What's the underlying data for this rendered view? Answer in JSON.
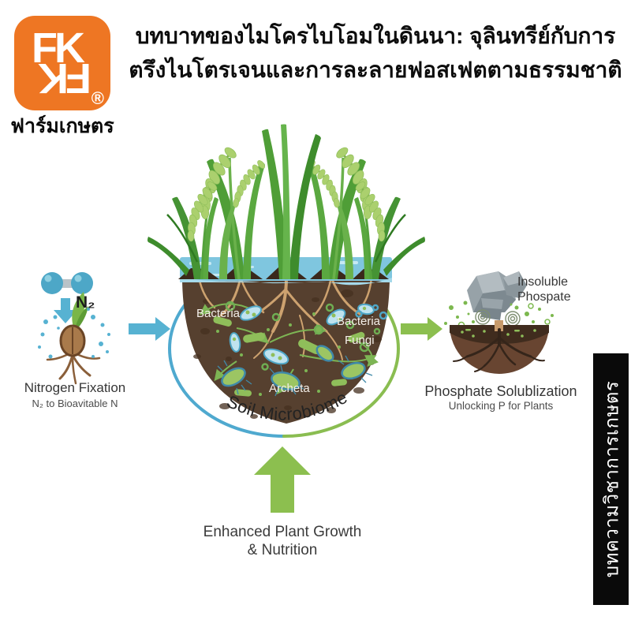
{
  "colors": {
    "brand_orange": "#ee7623",
    "arrow_blue": "#57b2d2",
    "arrow_green": "#8cbf4f",
    "arc_blue": "#4fa9cf",
    "arc_green": "#8abd51",
    "soil_brown": "#56402f",
    "water_blue": "#7fc6df",
    "sidebar_black": "#0a0a0a"
  },
  "logo": {
    "letters": "FK",
    "registered": "®",
    "brand": "ฟาร์มเกษตร"
  },
  "title": {
    "line1": "บทบาทของไมโครไบโอมในดินนา: จุลินทรีย์กับการ",
    "line2": "ตรึงไนโตรเจนและการละลายฟอสเฟตตามธรรมชาติ"
  },
  "nitrogen": {
    "molecule": "N₂",
    "heading": "Nitrogen Fixation",
    "sub": "N₂ to Bioavitable N"
  },
  "center": {
    "bacteria_left": "Bacteria",
    "bacteria_right": "Bacteria",
    "fungi": "Fungi",
    "archaea": "Archeta",
    "caption": "Soil Microbiome"
  },
  "phosphate": {
    "rock_line1": "Insoluble",
    "rock_line2": "Phospate",
    "heading": "Phosphate Solublization",
    "sub": "Unlocking P for Plants"
  },
  "growth": {
    "line1": "Enhanced Plant Growth",
    "line2": "& Nutrition"
  },
  "sidebar": {
    "text": "บทความวิชาการเกษตร"
  }
}
